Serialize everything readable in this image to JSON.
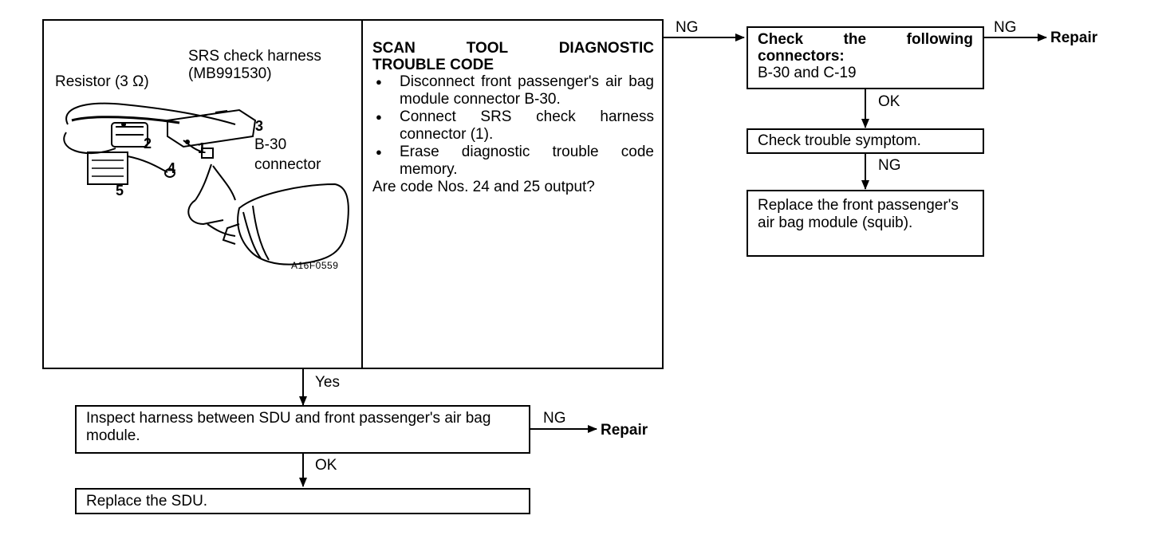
{
  "figure": {
    "label_harness": "SRS check harness",
    "label_harness_part": "(MB991530)",
    "label_resistor": "Resistor (3 Ω)",
    "label_connector_line1": "B-30",
    "label_connector_line2": "connector",
    "callouts": [
      "1",
      "2",
      "3",
      "4",
      "5"
    ],
    "figure_code": "A16F0559"
  },
  "scan_box": {
    "title_line1": "SCAN TOOL DIAGNOSTIC",
    "title_line2": "TROUBLE CODE",
    "steps": [
      "Disconnect front passenger's air bag module connector B-30.",
      "Connect SRS check harness connector (1).",
      "Erase diagnostic trouble code memory."
    ],
    "question": "Are code Nos. 24 and 25 output?"
  },
  "right_chain": {
    "ng_label_1": "NG",
    "connectors_box_title": "Check the following connectors:",
    "connectors_box_value": "B-30 and C-19",
    "ng_label_2": "NG",
    "repair_1": "Repair",
    "ok_label": "OK",
    "symptom_box": "Check trouble symptom.",
    "ng_label_3": "NG",
    "replace_module_box": "Replace the front passenger's air bag module (squib)."
  },
  "bottom_chain": {
    "yes_label": "Yes",
    "inspect_box": "Inspect harness between SDU and front passenger's air bag module.",
    "ng_label": "NG",
    "repair_2": "Repair",
    "ok_label": "OK",
    "replace_sdu_box": "Replace the SDU."
  }
}
